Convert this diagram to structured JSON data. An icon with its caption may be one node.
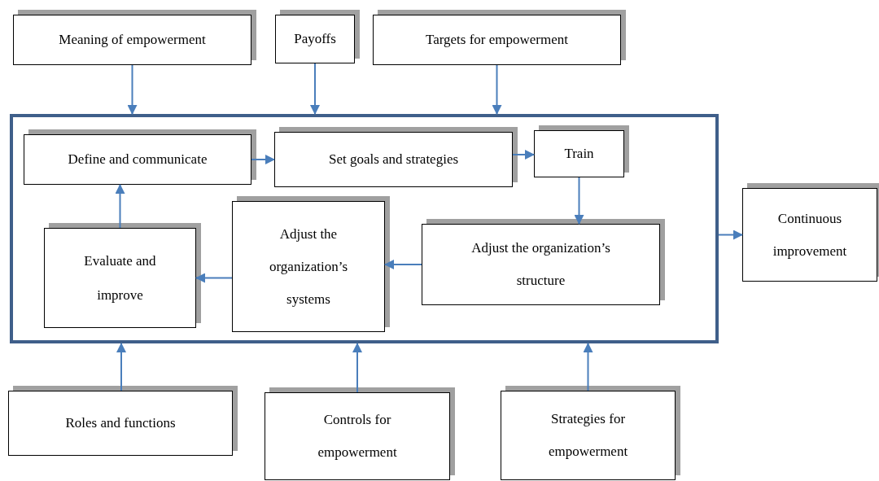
{
  "diagram": {
    "nodes": [
      {
        "text": [
          "Meaning of empowerment"
        ]
      },
      {
        "text": [
          "Payoffs"
        ]
      },
      {
        "text": [
          "Targets for empowerment"
        ]
      },
      {
        "text": [],
        "shape": "box"
      },
      {
        "text": [
          "Define and communicate"
        ],
        "in": 3
      },
      {
        "text": [
          "Set goals and strategies"
        ],
        "in": 3
      },
      {
        "text": [
          "Train"
        ],
        "in": 3
      },
      {
        "text": [
          "Adjust the organization’s structure"
        ],
        "in": 3
      },
      {
        "text": [
          "Adjust the organization’s systems"
        ],
        "in": 3
      },
      {
        "text": [
          "Evaluate and improve"
        ],
        "in": 3
      },
      {
        "text": [
          "Continuous improvement"
        ]
      },
      {
        "text": [
          "Roles and functions"
        ]
      },
      {
        "text": [
          "Controls for empowerment"
        ]
      },
      {
        "text": [
          "Strategies for empowerment"
        ]
      }
    ],
    "edges": [
      {
        "from": 0,
        "to": 3,
        "arrow": "to"
      },
      {
        "from": 1,
        "to": 3,
        "arrow": "to"
      },
      {
        "from": 2,
        "to": 3,
        "arrow": "to"
      },
      {
        "from": 4,
        "to": 5,
        "arrow": "to"
      },
      {
        "from": 5,
        "to": 6,
        "arrow": "to"
      },
      {
        "from": 6,
        "to": 7,
        "arrow": "to"
      },
      {
        "from": 7,
        "to": 8,
        "arrow": "to"
      },
      {
        "from": 8,
        "to": 9,
        "arrow": "to"
      },
      {
        "from": 9,
        "to": 4,
        "arrow": "to"
      },
      {
        "from": 3,
        "to": 10,
        "arrow": "to"
      },
      {
        "from": 11,
        "to": 3,
        "arrow": "to"
      },
      {
        "from": 12,
        "to": 3,
        "arrow": "to"
      },
      {
        "from": 13,
        "to": 3,
        "arrow": "to"
      }
    ]
  }
}
